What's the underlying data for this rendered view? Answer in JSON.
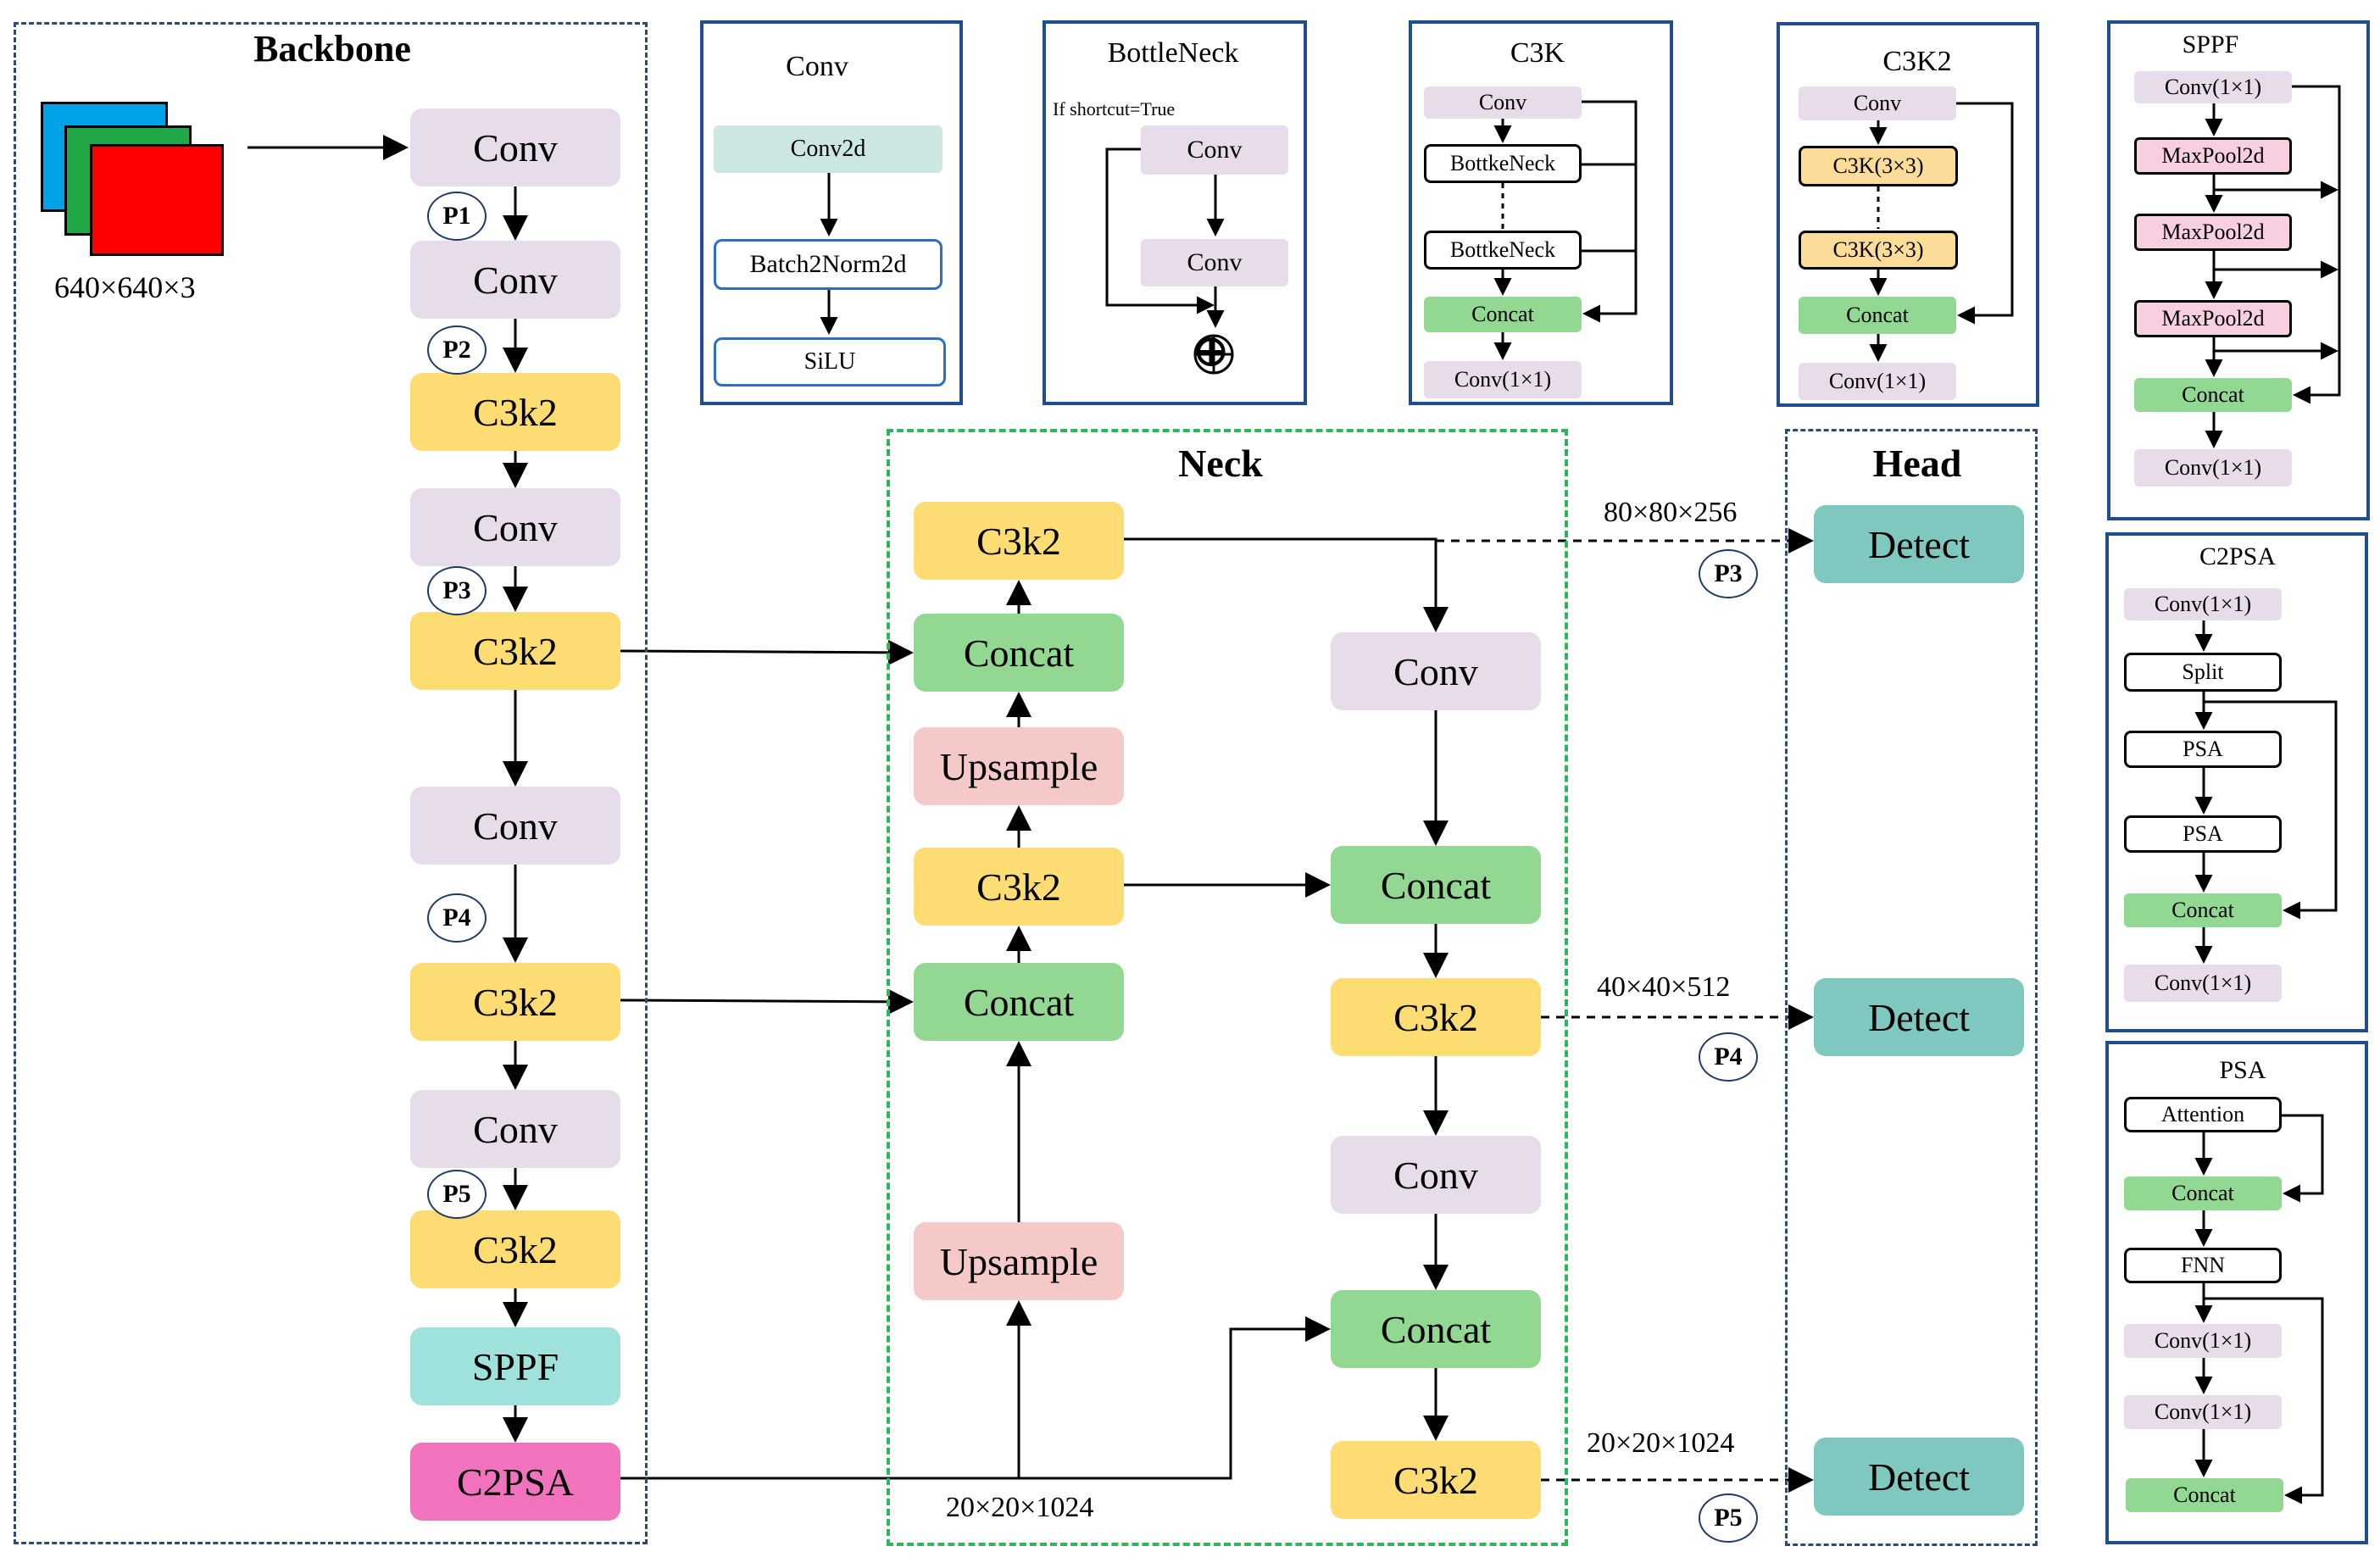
{
  "sections": {
    "backbone": "Backbone",
    "neck": "Neck",
    "head": "Head"
  },
  "input": {
    "size": "640×640×3",
    "colors": [
      "#00a2e8",
      "#1fa845",
      "#ff0000"
    ]
  },
  "backbone": {
    "b1": "Conv",
    "b2": "Conv",
    "b3": "C3k2",
    "b4": "Conv",
    "b5": "C3k2",
    "b6": "Conv",
    "b7": "C3k2",
    "b8": "Conv",
    "b9": "C3k2",
    "b10": "SPPF",
    "b11": "C2PSA",
    "p1": "P1",
    "p2": "P2",
    "p3": "P3",
    "p4": "P4",
    "p5": "P5"
  },
  "neck": {
    "c3k2_top": "C3k2",
    "concat_top": "Concat",
    "upsample_top": "Upsample",
    "c3k2_mid": "C3k2",
    "concat_mid": "Concat",
    "upsample_bot": "Upsample",
    "conv_r1": "Conv",
    "concat_r1": "Concat",
    "c3k2_r1": "C3k2",
    "conv_r2": "Conv",
    "concat_r2": "Concat",
    "c3k2_r2": "C3k2",
    "dim_bottom": "20×20×1024"
  },
  "head": {
    "detect1": "Detect",
    "detect2": "Detect",
    "detect3": "Detect",
    "dim1": "80×80×256",
    "dim2": "40×40×512",
    "dim3": "20×20×1024",
    "p3": "P3",
    "p4": "P4",
    "p5": "P5"
  },
  "legend": {
    "conv": {
      "title": "Conv",
      "i1": "Conv2d",
      "i2": "Batch2Norm2d",
      "i3": "SiLU"
    },
    "bottleneck": {
      "title": "BottleNeck",
      "note": "If shortcut=True",
      "i1": "Conv",
      "i2": "Conv",
      "sum": "⊕"
    },
    "c3k": {
      "title": "C3K",
      "i1": "Conv",
      "i2": "BottkeNeck",
      "i3": "BottkeNeck",
      "i4": "Concat",
      "i5": "Conv(1×1)"
    },
    "c3k2": {
      "title": "C3K2",
      "i1": "Conv",
      "i2": "C3K(3×3)",
      "i3": "C3K(3×3)",
      "i4": "Concat",
      "i5": "Conv(1×1)"
    },
    "sppf": {
      "title": "SPPF",
      "i1": "Conv(1×1)",
      "i2": "MaxPool2d",
      "i3": "MaxPool2d",
      "i4": "MaxPool2d",
      "i5": "Concat",
      "i6": "Conv(1×1)"
    },
    "c2psa": {
      "title": "C2PSA",
      "i1": "Conv(1×1)",
      "i2": "Split",
      "i3": "PSA",
      "i4": "PSA",
      "i5": "Concat",
      "i6": "Conv(1×1)"
    },
    "psa": {
      "title": "PSA",
      "i1": "Attention",
      "i2": "Concat",
      "i3": "FNN",
      "i4": "Conv(1×1)",
      "i5": "Conv(1×1)",
      "i6": "Concat"
    }
  }
}
